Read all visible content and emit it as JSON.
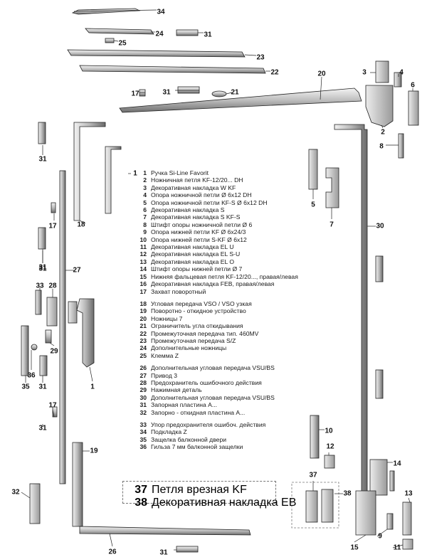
{
  "callouts": [
    "34",
    "24",
    "31",
    "25",
    "23",
    "22",
    "20",
    "3",
    "4",
    "6",
    "17",
    "31",
    "21",
    "2",
    "8",
    "31",
    "18",
    "1",
    "5",
    "7",
    "30",
    "17",
    "31",
    "27",
    "31",
    "33",
    "28",
    "29",
    "36",
    "35",
    "31",
    "1",
    "17",
    "31",
    "10",
    "12",
    "19",
    "37",
    "38",
    "15",
    "14",
    "13",
    "9",
    "11",
    "32",
    "26",
    "31"
  ],
  "legend": [
    {
      "num": "1",
      "text": "Ручка Si-Line Favorit"
    },
    {
      "num": "2",
      "text": "Ножничная петля KF-12/20... DH"
    },
    {
      "num": "3",
      "text": "Декоративная накладка W KF"
    },
    {
      "num": "4",
      "text": "Опора ножничной петли Ø 6x12 DH"
    },
    {
      "num": "5",
      "text": "Опора ножничной петли KF-S Ø 6x12 DH"
    },
    {
      "num": "6",
      "text": "Декоративная накладка S"
    },
    {
      "num": "7",
      "text": "Декоративная накладка S KF-S"
    },
    {
      "num": "8",
      "text": "Штифт опоры ножничной петли Ø 6"
    },
    {
      "num": "9",
      "text": "Опора нижней петли KF Ø 6x24/3"
    },
    {
      "num": "10",
      "text": "Опора нижней петли S-KF Ø 6x12"
    },
    {
      "num": "11",
      "text": "Декоративная накладка EL U"
    },
    {
      "num": "12",
      "text": "Декоративная накладка EL S-U"
    },
    {
      "num": "13",
      "text": "Декоративная накладка EL O"
    },
    {
      "num": "14",
      "text": "Штифт опоры нижней петли Ø 7"
    },
    {
      "num": "15",
      "text": "Нижняя фальцевая петля KF-12/20..., правая/левая"
    },
    {
      "num": "16",
      "text": "Декоративная накладка FEB, правая/левая"
    },
    {
      "num": "17",
      "text": "Захват поворотный"
    },
    {
      "num": "18",
      "text": "Угловая передача VSO / VSO узкая"
    },
    {
      "num": "19",
      "text": "Поворотно - откидное устройство"
    },
    {
      "num": "20",
      "text": "Ножницы 7"
    },
    {
      "num": "21",
      "text": "Ограничитель угла откидывания"
    },
    {
      "num": "22",
      "text": "Промежуточная передача тип. 460MV"
    },
    {
      "num": "23",
      "text": "Промежуточная передача S/Z"
    },
    {
      "num": "24",
      "text": "Дополнительные ножницы"
    },
    {
      "num": "25",
      "text": "Клемма Z"
    },
    {
      "num": "26",
      "text": "Дополнительная угловая передача VSU/BS"
    },
    {
      "num": "27",
      "text": "Привод 3"
    },
    {
      "num": "28",
      "text": "Предохранитель ошибочного действия"
    },
    {
      "num": "29",
      "text": "Нажимная деталь"
    },
    {
      "num": "30",
      "text": "Дополнительная угловая передача VSU/BS"
    },
    {
      "num": "31",
      "text": "Запорная пластина А..."
    },
    {
      "num": "32",
      "text": "Запорно - откидная пластина А..."
    },
    {
      "num": "33",
      "text": "Упор предохранителя ошибоч. действия"
    },
    {
      "num": "34",
      "text": "Подкладка Z"
    },
    {
      "num": "35",
      "text": "Защелка балконной двери"
    },
    {
      "num": "36",
      "text": "Гильза 7 мм балконной защелки"
    }
  ],
  "legend_special": [
    {
      "num": "37",
      "text": "Петля врезная KF"
    },
    {
      "num": "38",
      "text": "Декоративная накладка EB"
    }
  ]
}
